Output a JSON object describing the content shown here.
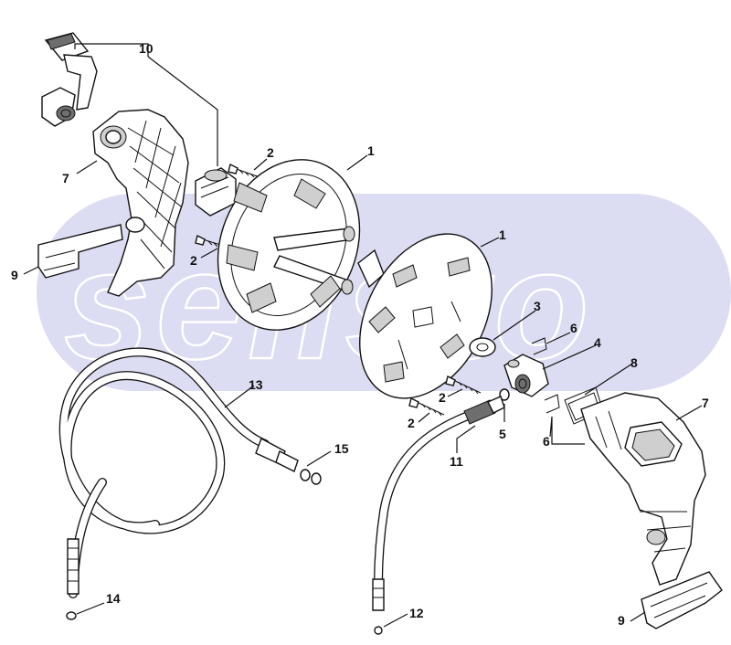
{
  "diagram": {
    "watermark_text": "sellsto",
    "colors": {
      "watermark": "#dcdcf2",
      "ink": "#111111",
      "paper": "#ffffff"
    },
    "callouts": [
      {
        "id": "c10",
        "label": "10"
      },
      {
        "id": "c7a",
        "label": "7"
      },
      {
        "id": "c9a",
        "label": "9"
      },
      {
        "id": "c2a",
        "label": "2"
      },
      {
        "id": "c2b",
        "label": "2"
      },
      {
        "id": "c1a",
        "label": "1"
      },
      {
        "id": "c1b",
        "label": "1"
      },
      {
        "id": "c3",
        "label": "3"
      },
      {
        "id": "c6a",
        "label": "6"
      },
      {
        "id": "c4",
        "label": "4"
      },
      {
        "id": "c8",
        "label": "8"
      },
      {
        "id": "c7b",
        "label": "7"
      },
      {
        "id": "c2c",
        "label": "2"
      },
      {
        "id": "c2d",
        "label": "2"
      },
      {
        "id": "c5",
        "label": "5"
      },
      {
        "id": "c6b",
        "label": "6"
      },
      {
        "id": "c13",
        "label": "13"
      },
      {
        "id": "c15",
        "label": "15"
      },
      {
        "id": "c11",
        "label": "11"
      },
      {
        "id": "c14",
        "label": "14"
      },
      {
        "id": "c12",
        "label": "12"
      },
      {
        "id": "c9b",
        "label": "9"
      }
    ]
  }
}
